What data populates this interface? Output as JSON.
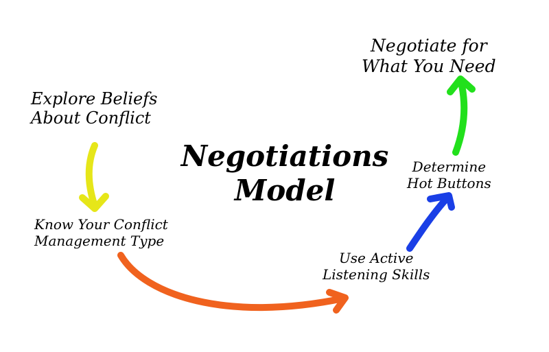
{
  "title": {
    "line1": "Negotiations",
    "line2": "Model"
  },
  "steps": {
    "explore": {
      "line1": "Explore Beliefs",
      "line2": "About Conflict"
    },
    "know": {
      "line1": "Know Your Conflict",
      "line2": "Management Type"
    },
    "listen": {
      "line1": "Use Active",
      "line2": "Listening Skills"
    },
    "hot": {
      "line1": "Determine",
      "line2": "Hot Buttons"
    },
    "negotiate": {
      "line1": "Negotiate for",
      "line2": "What You Need"
    }
  },
  "arrows": {
    "explore_to_know": {
      "color": "#e6e619"
    },
    "know_to_listen": {
      "color": "#f0621e"
    },
    "listen_to_hot": {
      "color": "#1a3fe6"
    },
    "hot_to_negotiate": {
      "color": "#22e01c"
    }
  }
}
